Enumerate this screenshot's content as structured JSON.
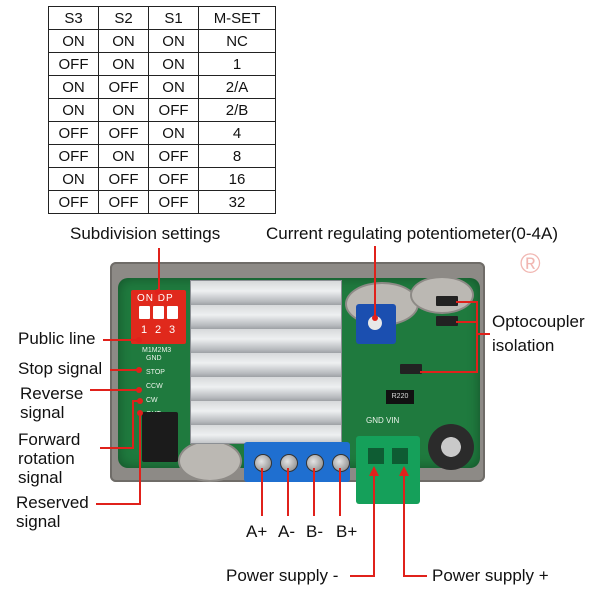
{
  "settings_table": {
    "headers": [
      "S3",
      "S2",
      "S1",
      "M-SET"
    ],
    "rows": [
      [
        "ON",
        "ON",
        "ON",
        "NC"
      ],
      [
        "OFF",
        "ON",
        "ON",
        "1"
      ],
      [
        "ON",
        "OFF",
        "ON",
        "2/A"
      ],
      [
        "ON",
        "ON",
        "OFF",
        "2/B"
      ],
      [
        "OFF",
        "OFF",
        "ON",
        "4"
      ],
      [
        "OFF",
        "ON",
        "OFF",
        "8"
      ],
      [
        "ON",
        "OFF",
        "OFF",
        "16"
      ],
      [
        "OFF",
        "OFF",
        "OFF",
        "32"
      ]
    ]
  },
  "labels": {
    "subdivision": "Subdivision settings",
    "current_pot": "Current regulating potentiometer(0-4A)",
    "optocoupler_1": "Optocoupler",
    "optocoupler_2": "isolation",
    "public_line": "Public line",
    "stop_signal": "Stop signal",
    "reverse_1": "Reverse",
    "reverse_2": "signal",
    "forward_1": "Forward",
    "forward_2": "rotation",
    "forward_3": "signal",
    "reserved_1": "Reserved",
    "reserved_2": "signal",
    "a_plus": "A+",
    "a_minus": "A-",
    "b_minus": "B-",
    "b_plus": "B+",
    "power_minus": "Power supply -",
    "power_plus": "Power supply +"
  },
  "board": {
    "dip_label": "ON DP",
    "dip_numbers": [
      "1",
      "2",
      "3"
    ],
    "pins_header": "M1M2M3",
    "pins": [
      "GND",
      "STOP",
      "CCW",
      "CW",
      "OUT"
    ],
    "power_label": "GND VIN",
    "resistor_label": "R220"
  },
  "colors": {
    "annotation": "#e0211b",
    "pcb": "#1f7a3e",
    "terminal_motor": "#1f6fd0",
    "terminal_power": "#15a05a",
    "dip_switch": "#e0291c"
  }
}
